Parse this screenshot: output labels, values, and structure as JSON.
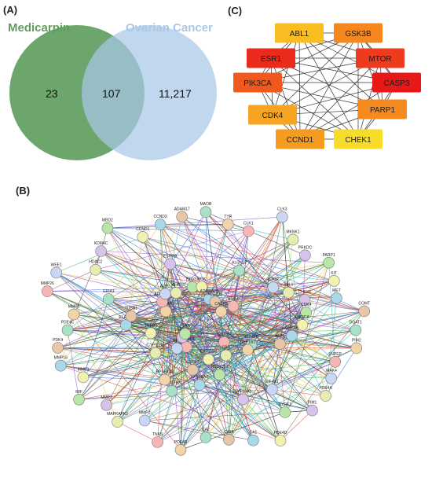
{
  "panels": {
    "a": "(A)",
    "b": "(B)",
    "c": "(C)"
  },
  "venn": {
    "left_title": "Medicarpin",
    "right_title": "Ovarian Cancer",
    "left_only": "23",
    "overlap": "107",
    "right_only": "11,217",
    "colors": {
      "left": "#5f9e5f",
      "right": "#a9c8e8",
      "overlap": "#5e9a8e"
    }
  },
  "hub_network": {
    "nodes": [
      {
        "label": "ABL1",
        "color": "#f9bd22"
      },
      {
        "label": "GSK3B",
        "color": "#f4881f"
      },
      {
        "label": "MTOR",
        "color": "#ee3b1d"
      },
      {
        "label": "CASP3",
        "color": "#e81818"
      },
      {
        "label": "PARP1",
        "color": "#f58a1f"
      },
      {
        "label": "CHEK1",
        "color": "#f8dc2a"
      },
      {
        "label": "CCND1",
        "color": "#f59b1f"
      },
      {
        "label": "CDK4",
        "color": "#f8a423"
      },
      {
        "label": "PIK3CA",
        "color": "#f1591c"
      },
      {
        "label": "ESR1",
        "color": "#ea2b1b"
      }
    ]
  },
  "ppi_network": {
    "nodes": [
      "DGAT1",
      "PIM2",
      "LNPEP",
      "IRAK4",
      "PDE4A",
      "PIM1",
      "DYRK2",
      "PDE4D",
      "CA1",
      "CA14",
      "CA2",
      "PDE4B",
      "TNKS",
      "MMP1",
      "MAPKAPK2",
      "MMP7",
      "MIF",
      "MMP3",
      "MMP15",
      "PDK4",
      "PDE4C",
      "MMP8",
      "MMP26",
      "WEE1",
      "HDAC2",
      "KDM4C",
      "MBD2",
      "CCND1",
      "CCND3",
      "ADAM17",
      "MAOB",
      "TYR",
      "CLK1",
      "CLK3",
      "MKNK1",
      "PRKDC",
      "PARP1",
      "KIT",
      "MET",
      "COMT",
      "EDNRB",
      "CYP1B1",
      "GSTM2",
      "EIF4A1",
      "CBS",
      "CYP19A1",
      "HSD17B2",
      "CYP11B1",
      "RPS6KA5",
      "GSTP1",
      "HSD17B3",
      "RPS6KA2",
      "MTNR1A",
      "RET",
      "CYP11B2",
      "SHBG",
      "PLAA",
      "TUBB3",
      "ELAVL3",
      "TUBB1",
      "GRIA1",
      "KCNMA1",
      "ADRA2C",
      "ALPG",
      "ALPI",
      "ESRRB",
      "PTGS1",
      "HCK",
      "ADORA2B",
      "ALOX15",
      "ALOX12",
      "CASP3",
      "ESR1",
      "MTOR",
      "ABL1",
      "CHEK1",
      "CDK4",
      "PIK3CA",
      "GSK3B",
      "ALPL"
    ],
    "colors": [
      "#a8e0c8",
      "#f3d3a8",
      "#f7b6b6",
      "#c9d6f5",
      "#e7ecb0",
      "#d7c2ec",
      "#b8e6a8",
      "#f1f1b0",
      "#a9d8e8",
      "#e8c6a8"
    ],
    "edge_colors": [
      "#3a3a3a",
      "#2d6bd9",
      "#e2363a",
      "#30b349",
      "#8c3fd1",
      "#e5c22d",
      "#26b5c5",
      "#7a5c3a"
    ]
  }
}
